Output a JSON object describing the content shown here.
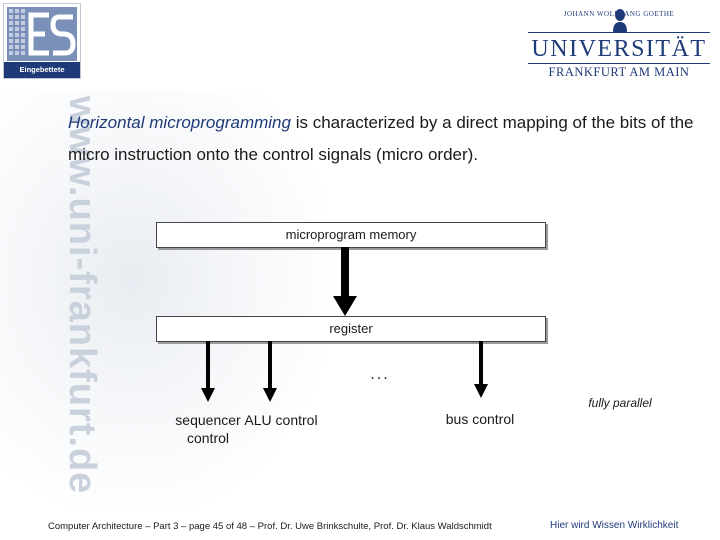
{
  "logo_left": {
    "caption": "Eingebettete Systeme",
    "letters": "ES"
  },
  "logo_right": {
    "small_line": "JOHANN WOLFGANG GOETHE",
    "name": "UNIVERSITÄT",
    "city": "FRANKFURT AM MAIN"
  },
  "watermark": "www.uni-frankfurt.de",
  "body": {
    "emphasis": "Horizontal microprogramming",
    "rest": " is characterized by a direct mapping of the bits of the micro instruction onto the control signals (micro order)."
  },
  "diagram": {
    "memory_label": "microprogram memory",
    "register_label": "register",
    "dots": "...",
    "sequencer_label": "sequencer control",
    "alu_label": "ALU control",
    "bus_label": "bus control",
    "note": "fully parallel"
  },
  "footer": {
    "text": "Computer Architecture – Part 3 – page 45 of 48 – Prof. Dr. Uwe Brinkschulte, Prof. Dr. Klaus Waldschmidt",
    "tagline": "Hier wird Wissen Wirklichkeit"
  },
  "colors": {
    "brand_blue": "#1f3a78",
    "arrow": "#000000"
  }
}
